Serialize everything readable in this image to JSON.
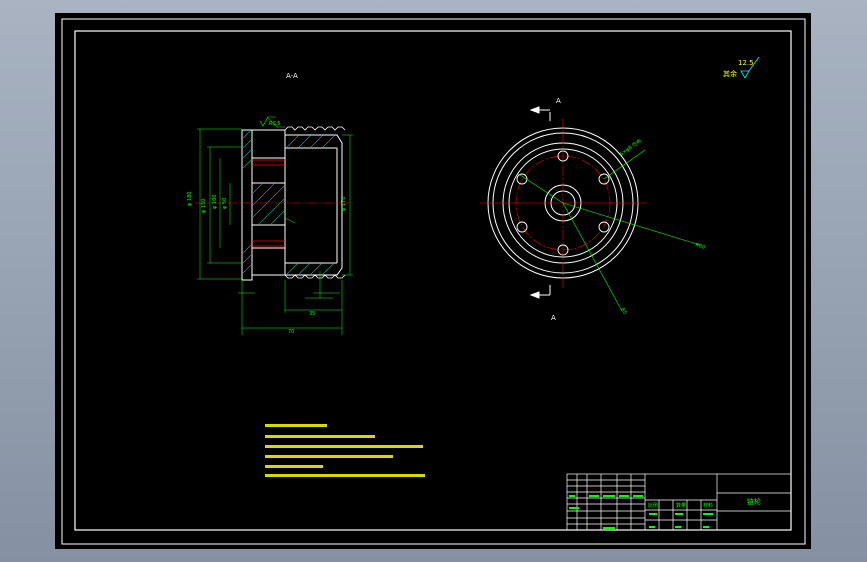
{
  "drawing": {
    "section_label": "A-A",
    "cut_mark_top": "A",
    "cut_mark_bottom": "A",
    "roughness_value": "12.5",
    "roughness_remaining_label": "其余",
    "title_block": {
      "part_name": "链轮",
      "scale_label": "比例",
      "quantity_label": "数量",
      "material_label": "材料"
    },
    "colors": {
      "background": "#000000",
      "frame": "#ffffff",
      "outline": "#ffffff",
      "dimension": "#00ff00",
      "centerline": "#ff0000",
      "hatch": "#00ffff",
      "note_text": "#ffff00"
    }
  }
}
